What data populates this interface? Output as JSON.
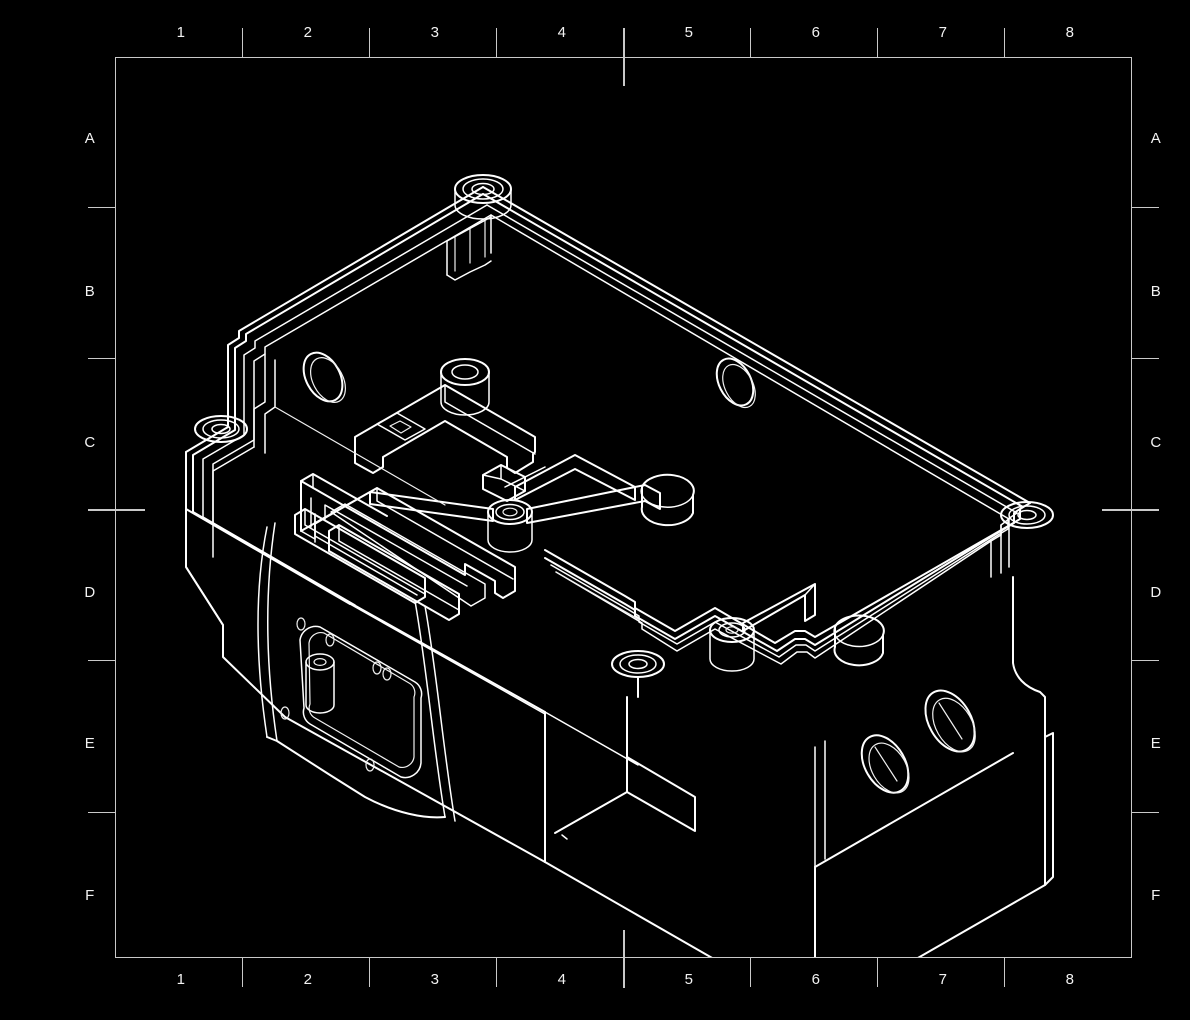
{
  "sheet": {
    "background_color": "#000000",
    "line_color": "#ffffff",
    "frame_color": "#c9c9c9",
    "label_color": "#f2f2f2"
  },
  "frame": {
    "zone_columns": [
      "1",
      "2",
      "3",
      "4",
      "5",
      "6",
      "7",
      "8"
    ],
    "zone_rows": [
      "A",
      "B",
      "C",
      "D",
      "E",
      "F"
    ],
    "has_centering_marks": true
  },
  "drawing": {
    "view_type": "isometric",
    "subject": "enclosure-housing",
    "description": "Isometric wireframe of an open rectangular enclosure / housing with perimeter gasket groove flange, corner mounting bosses, internal ribs and brackets, and elliptical port openings in the end wall.",
    "features": [
      "perimeter-gasket-groove",
      "corner-mounting-boss",
      "internal-rib-channel",
      "cylindrical-boss",
      "elliptical-port-hole",
      "recessed-access-panel",
      "internal-shelf-ledge",
      "chamfered-wall"
    ]
  },
  "chart_data": {
    "type": "table",
    "title": "",
    "categories": [],
    "values": []
  }
}
